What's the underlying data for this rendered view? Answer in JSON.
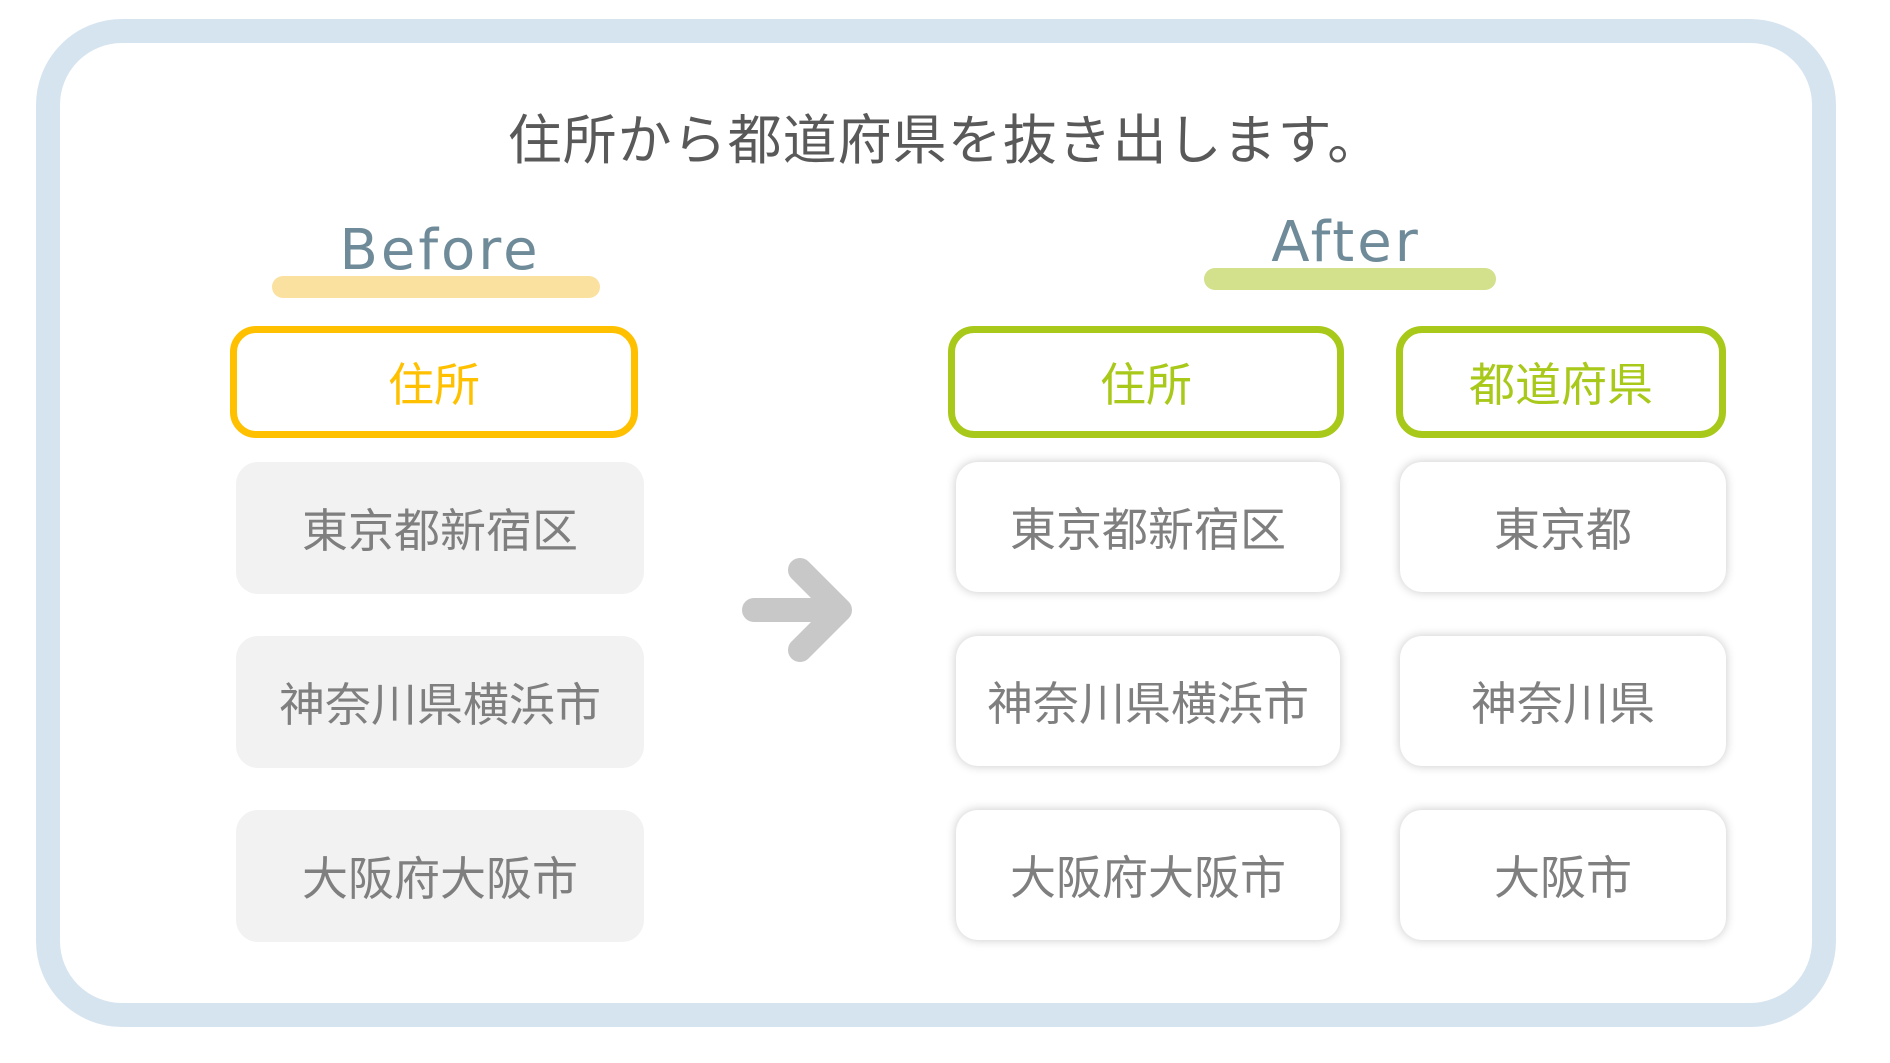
{
  "title": "住所から都道府県を抜き出します。",
  "before": {
    "label": "Before",
    "accent": "#ffc000",
    "underline_color": "#fbe1a0",
    "header": "住所",
    "rows": [
      "東京都新宿区",
      "神奈川県横浜市",
      "大阪府大阪市"
    ]
  },
  "after": {
    "label": "After",
    "accent": "#a8c81a",
    "underline_color": "#d3e08c",
    "columns": [
      {
        "header": "住所",
        "rows": [
          "東京都新宿区",
          "神奈川県横浜市",
          "大阪府大阪市"
        ]
      },
      {
        "header": "都道府県",
        "rows": [
          "東京都",
          "神奈川県",
          "大阪市"
        ]
      }
    ]
  },
  "arrow": {
    "icon": "arrow-right-icon",
    "color": "#c8c8c8"
  },
  "colors": {
    "frame": "#d6e4f0",
    "cell_text": "#7f7f7f",
    "title_text": "#595959",
    "label_text": "#6f8b99"
  }
}
